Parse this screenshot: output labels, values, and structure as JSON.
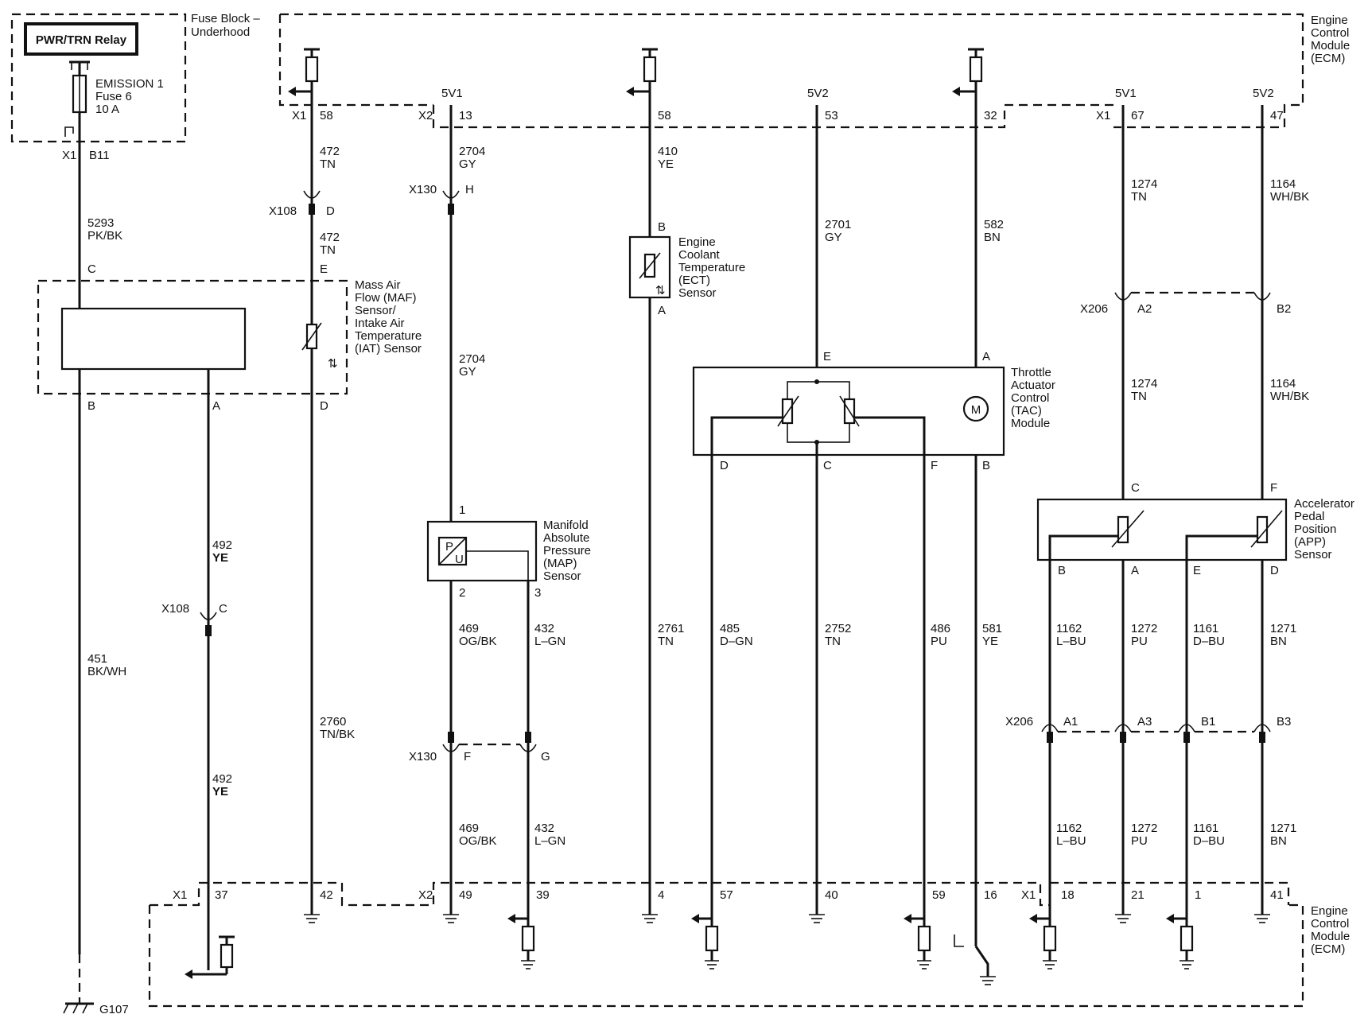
{
  "relay": {
    "label": "PWR/TRN Relay"
  },
  "fuse_block": {
    "title": [
      "Fuse Block –",
      "Underhood"
    ],
    "fuse_lines": [
      "EMISSION 1",
      "Fuse 6",
      "10 A"
    ]
  },
  "ecm": {
    "title": [
      "Engine",
      "Control",
      "Module",
      "(ECM)"
    ]
  },
  "connector_labels": [
    {
      "id": "x1-b11",
      "text": "X1"
    },
    {
      "id": "b11",
      "text": "B11"
    },
    {
      "id": "x1-58",
      "text": "X1"
    },
    {
      "id": "x2-13",
      "text": "X2"
    },
    {
      "id": "x1-67",
      "text": "X1"
    },
    {
      "id": "x108-d",
      "text": "X108"
    },
    {
      "id": "x108-c",
      "text": "X108"
    },
    {
      "id": "x130-h",
      "text": "X130"
    },
    {
      "id": "x130-f",
      "text": "X130"
    },
    {
      "id": "x206-a2",
      "text": "X206"
    },
    {
      "id": "x206-a1",
      "text": "X206"
    },
    {
      "id": "x1-37",
      "text": "X1"
    },
    {
      "id": "x2-49",
      "text": "X2"
    },
    {
      "id": "x1-18",
      "text": "X1"
    }
  ],
  "supply_labels": [
    "5V1",
    "5V2",
    "5V1",
    "5V2"
  ],
  "top_pins": [
    "58",
    "13",
    "58",
    "53",
    "32",
    "67",
    "47"
  ],
  "bottom_pins": [
    "37",
    "42",
    "49",
    "39",
    "4",
    "57",
    "40",
    "59",
    "16",
    "18",
    "21",
    "1",
    "41"
  ],
  "wires": [
    {
      "num": "5293",
      "color": "PK/BK"
    },
    {
      "num": "472",
      "color": "TN"
    },
    {
      "num": "472",
      "color": "TN"
    },
    {
      "num": "2704",
      "color": "GY"
    },
    {
      "num": "2704",
      "color": "GY"
    },
    {
      "num": "410",
      "color": "YE"
    },
    {
      "num": "2701",
      "color": "GY"
    },
    {
      "num": "582",
      "color": "BN"
    },
    {
      "num": "1274",
      "color": "TN"
    },
    {
      "num": "1164",
      "color": "WH/BK"
    },
    {
      "num": "1274",
      "color": "TN"
    },
    {
      "num": "1164",
      "color": "WH/BK"
    },
    {
      "num": "492",
      "color": "YE"
    },
    {
      "num": "451",
      "color": "BK/WH"
    },
    {
      "num": "2760",
      "color": "TN/BK"
    },
    {
      "num": "492",
      "color": "YE"
    },
    {
      "num": "469",
      "color": "OG/BK"
    },
    {
      "num": "432",
      "color": "L–GN"
    },
    {
      "num": "469",
      "color": "OG/BK"
    },
    {
      "num": "432",
      "color": "L–GN"
    },
    {
      "num": "2761",
      "color": "TN"
    },
    {
      "num": "485",
      "color": "D–GN"
    },
    {
      "num": "2752",
      "color": "TN"
    },
    {
      "num": "486",
      "color": "PU"
    },
    {
      "num": "581",
      "color": "YE"
    },
    {
      "num": "1162",
      "color": "L–BU"
    },
    {
      "num": "1272",
      "color": "PU"
    },
    {
      "num": "1161",
      "color": "D–BU"
    },
    {
      "num": "1271",
      "color": "BN"
    },
    {
      "num": "1162",
      "color": "L–BU"
    },
    {
      "num": "1272",
      "color": "PU"
    },
    {
      "num": "1161",
      "color": "D–BU"
    },
    {
      "num": "1271",
      "color": "BN"
    }
  ],
  "pin_letters": [
    "C",
    "B",
    "A",
    "E",
    "D",
    "D",
    "H",
    "B",
    "A",
    "E",
    "A",
    "D",
    "C",
    "F",
    "B",
    "A2",
    "B2",
    "C",
    "F",
    "B",
    "A",
    "E",
    "D",
    "C",
    "F",
    "G",
    "A1",
    "A3",
    "B1",
    "B3",
    "1",
    "2",
    "3"
  ],
  "components": {
    "maf": [
      "Mass Air",
      "Flow (MAF)",
      "Sensor/",
      "Intake Air",
      "Temperature",
      "(IAT) Sensor"
    ],
    "ect": [
      "Engine",
      "Coolant",
      "Temperature",
      "(ECT)",
      "Sensor"
    ],
    "tac": [
      "Throttle",
      "Actuator",
      "Control",
      "(TAC)",
      "Module"
    ],
    "map": [
      "Manifold",
      "Absolute",
      "Pressure",
      "(MAP)",
      "Sensor"
    ],
    "app": [
      "Accelerator",
      "Pedal",
      "Position",
      "(APP)",
      "Sensor"
    ],
    "motor_symbol": "M",
    "map_symbol": [
      "P",
      "U"
    ]
  },
  "ground": {
    "label": "G107"
  }
}
